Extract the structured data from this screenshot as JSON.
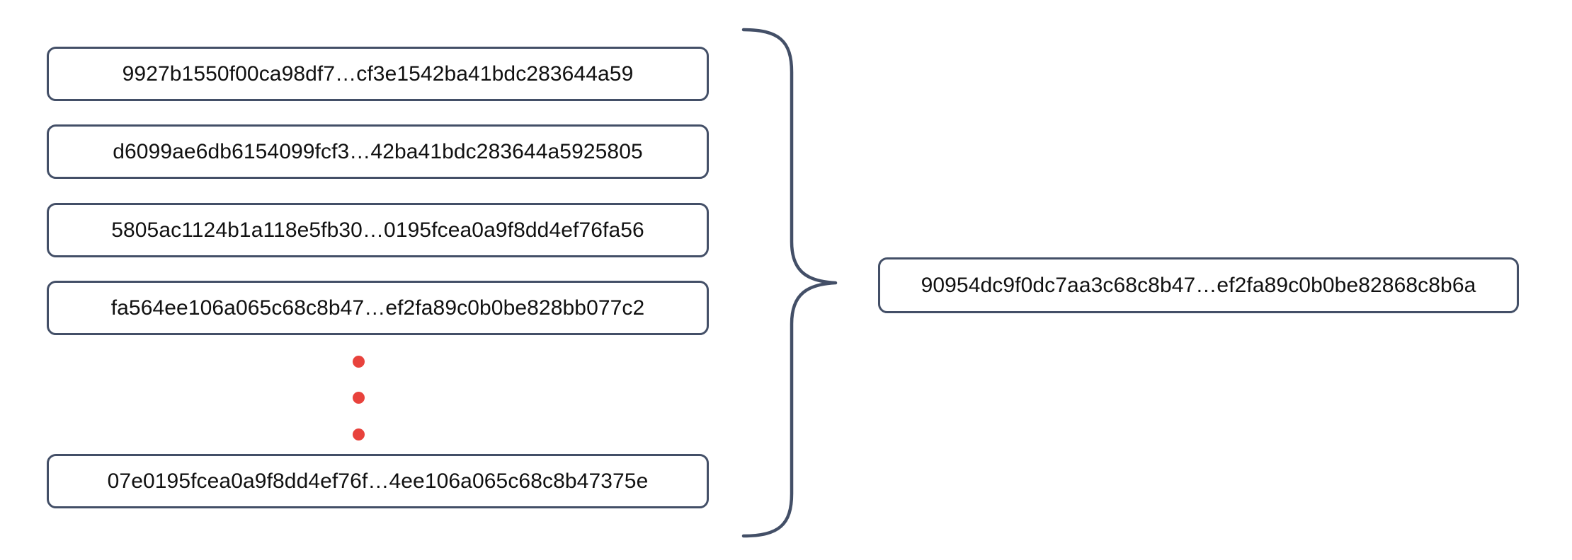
{
  "diagram": {
    "type": "hash-aggregation",
    "title": "Hash list aggregated into a single root hash",
    "colors": {
      "box_border": "#434f67",
      "box_fill": "#ffffff",
      "text": "#111111",
      "brace_stroke": "#434f67",
      "ellipsis_dot": "#e8423c",
      "background": "#ffffff"
    },
    "inputs": {
      "label": "input-hash-list",
      "items": [
        {
          "id": "hash-1",
          "value": "9927b1550f00ca98df7…cf3e1542ba41bdc283644a59"
        },
        {
          "id": "hash-2",
          "value": "d6099ae6db6154099fcf3…42ba41bdc283644a5925805"
        },
        {
          "id": "hash-3",
          "value": "5805ac1124b1a118e5fb30…0195fcea0a9f8dd4ef76fa56"
        },
        {
          "id": "hash-4",
          "value": "fa564ee106a065c68c8b47…ef2fa89c0b0be828bb077c2"
        },
        {
          "id": "hash-n",
          "value": "07e0195fcea0a9f8dd4ef76f…4ee106a065c68c8b47375e"
        }
      ]
    },
    "ellipsis": {
      "label": "vertical-ellipsis",
      "dot_count": 3,
      "meaning": "additional hashes omitted"
    },
    "brace": {
      "label": "grouping-brace",
      "orientation": "right-pointing",
      "glyph": "}"
    },
    "output": {
      "label": "aggregated-hash",
      "value": "90954dc9f0dc7aa3c68c8b47…ef2fa89c0b0be82868c8b6a"
    }
  }
}
